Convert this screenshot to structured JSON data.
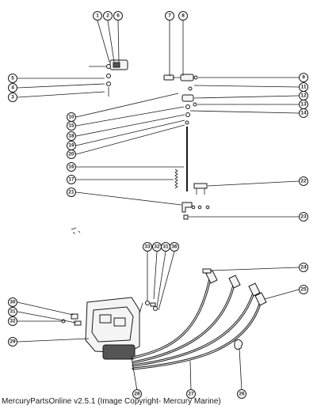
{
  "diagram": {
    "callouts": [
      "1",
      "2",
      "3",
      "4",
      "5",
      "6",
      "7",
      "8",
      "9",
      "10",
      "11",
      "12",
      "13",
      "14",
      "15",
      "16",
      "17",
      "18",
      "19",
      "20",
      "21",
      "22",
      "23",
      "24",
      "25",
      "26",
      "27",
      "28",
      "29",
      "30",
      "31",
      "32",
      "33",
      "34",
      "35",
      "36"
    ]
  },
  "footer": {
    "caption": "MercuryPartsOnline v2.5.1 (Image Copyright- Mercury Marine)"
  }
}
